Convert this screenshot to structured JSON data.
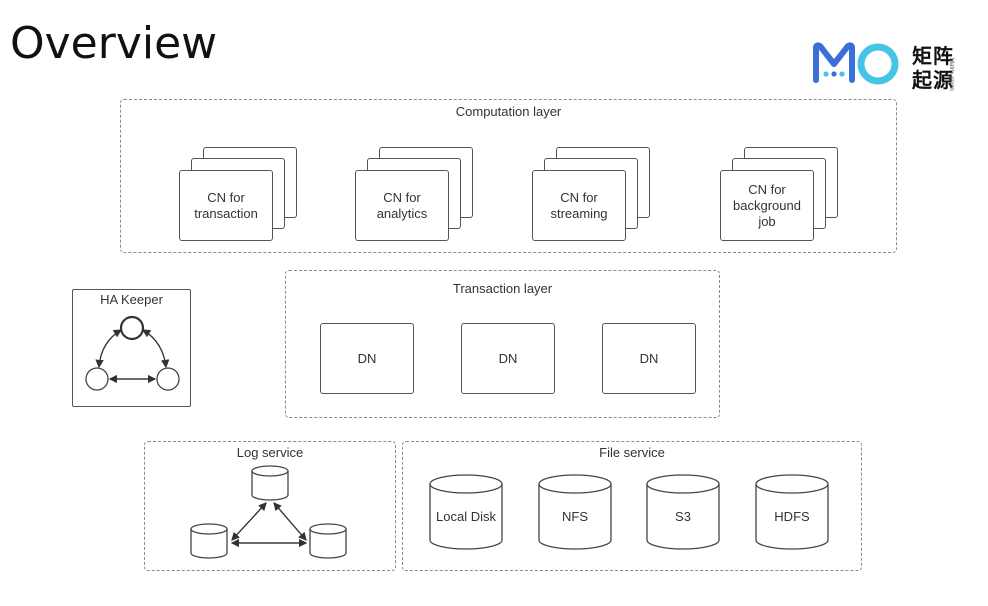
{
  "slide": {
    "title": "Overview"
  },
  "logo": {
    "mark": "MO",
    "chinese_top": "矩阵",
    "chinese_bottom": "起源",
    "tagline": "Matrix origin",
    "colors": {
      "primary": "#3a6fd8",
      "secondary": "#46c4e6",
      "text": "#111111"
    }
  },
  "computation_layer": {
    "label": "Computation layer",
    "nodes": [
      {
        "label": "CN for\ntransaction"
      },
      {
        "label": "CN for\nanalytics"
      },
      {
        "label": "CN for\nstreaming"
      },
      {
        "label": "CN for\nbackground\njob"
      }
    ]
  },
  "transaction_layer": {
    "label": "Transaction layer",
    "nodes": [
      {
        "label": "DN"
      },
      {
        "label": "DN"
      },
      {
        "label": "DN"
      }
    ]
  },
  "ha_keeper": {
    "label": "HA Keeper"
  },
  "log_service": {
    "label": "Log service"
  },
  "file_service": {
    "label": "File service",
    "storages": [
      {
        "label": "Local Disk"
      },
      {
        "label": "NFS"
      },
      {
        "label": "S3"
      },
      {
        "label": "HDFS"
      }
    ]
  }
}
